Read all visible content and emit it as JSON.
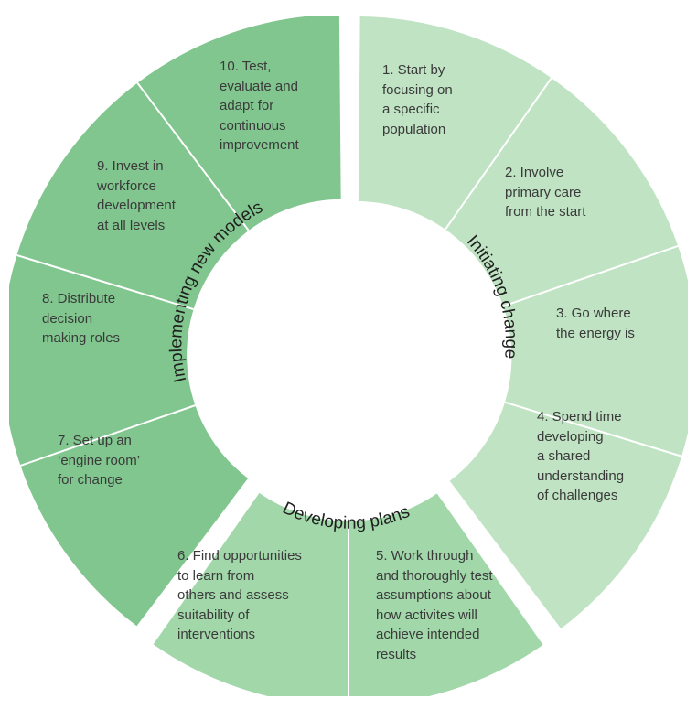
{
  "diagram": {
    "segments": [
      {
        "id": 1,
        "text": "1. Start by\nfocusing on\na specific\npopulation",
        "group": "initiating"
      },
      {
        "id": 2,
        "text": "2. Involve\nprimary care\nfrom the start",
        "group": "initiating"
      },
      {
        "id": 3,
        "text": "3. Go where\nthe energy is",
        "group": "initiating"
      },
      {
        "id": 4,
        "text": "4. Spend time\ndeveloping\na shared\nunderstanding\nof challenges",
        "group": "initiating"
      },
      {
        "id": 5,
        "text": "5. Work through\nand thoroughly test\nassumptions about\nhow activites will\nachieve intended\nresults",
        "group": "developing"
      },
      {
        "id": 6,
        "text": "6. Find opportunities\nto learn from\nothers and assess\nsuitability of\ninterventions",
        "group": "developing"
      },
      {
        "id": 7,
        "text": "7. Set up an\n‘engine room’\nfor change",
        "group": "implementing"
      },
      {
        "id": 8,
        "text": "8. Distribute\ndecision\nmaking roles",
        "group": "implementing"
      },
      {
        "id": 9,
        "text": "9. Invest in\nworkforce\ndevelopment\nat all levels",
        "group": "implementing"
      },
      {
        "id": 10,
        "text": "10. Test,\nevaluate and\nadapt for\ncontinuous\nimprovement",
        "group": "implementing"
      }
    ],
    "groups": {
      "initiating": {
        "label": "Initiating change",
        "color": "#bfe3c3"
      },
      "developing": {
        "label": "Developing plans",
        "color": "#a2d7aa"
      },
      "implementing": {
        "label": "Implementing new models",
        "color": "#80c68e"
      }
    },
    "divider_color": "#ffffff"
  }
}
